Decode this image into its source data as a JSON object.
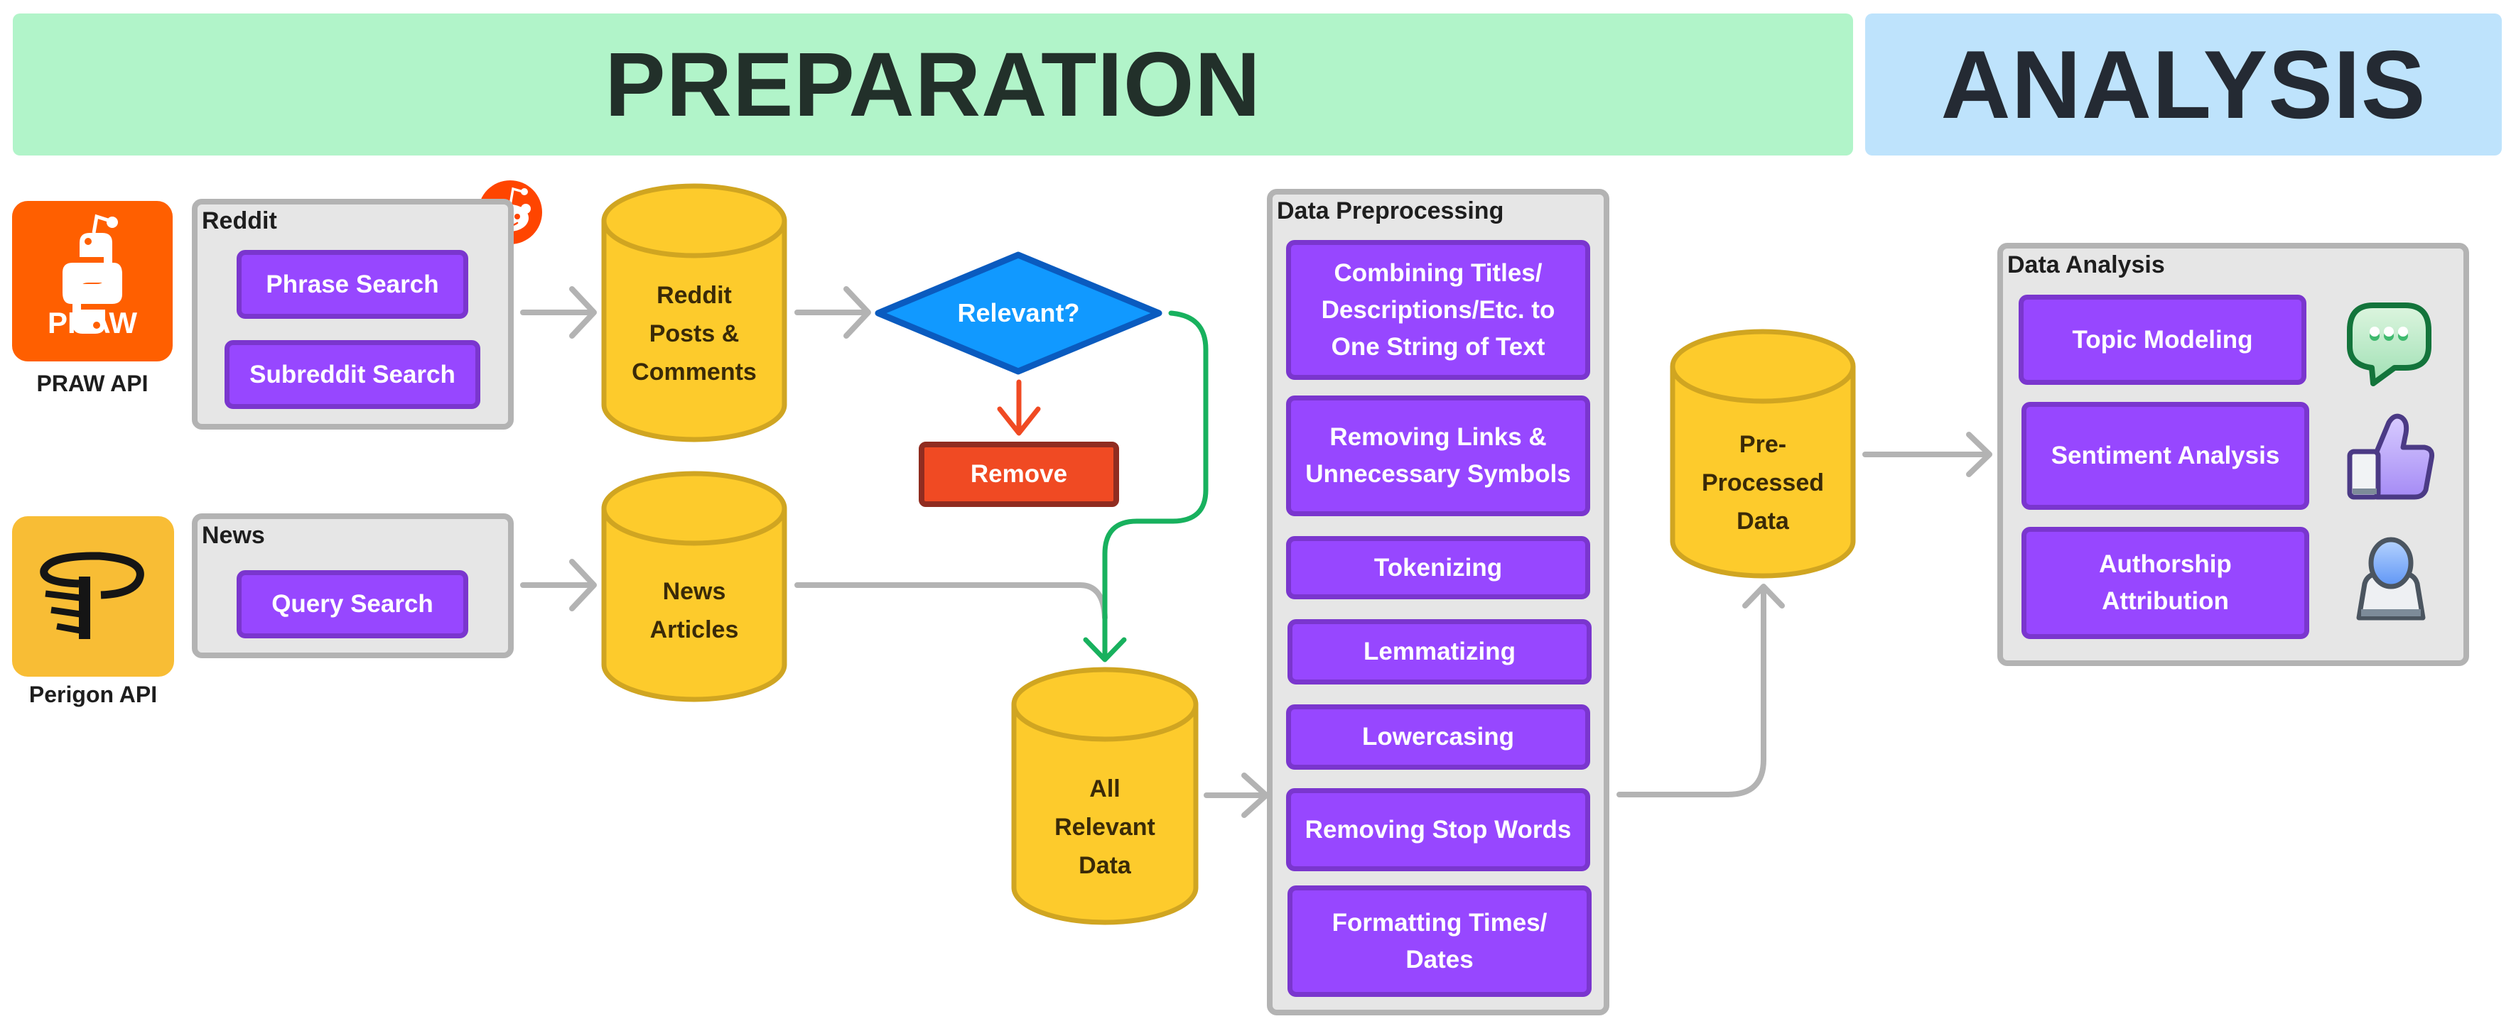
{
  "banners": {
    "preparation": "PREPARATION",
    "analysis": "ANALYSIS"
  },
  "sources": {
    "praw": {
      "icon": "praw-python-logo",
      "logo_text": "PRAW",
      "label": "PRAW API"
    },
    "perigon": {
      "icon": "perigon-logo",
      "label": "Perigon API"
    }
  },
  "reddit_panel": {
    "title": "Reddit",
    "icon": "reddit-alien-icon",
    "items": [
      "Phrase Search",
      "Subreddit Search"
    ]
  },
  "news_panel": {
    "title": "News",
    "items": [
      "Query Search"
    ]
  },
  "stores": {
    "reddit_posts": [
      "Reddit",
      "Posts &",
      "Comments"
    ],
    "news_articles": [
      "News",
      "Articles"
    ],
    "all_relevant": [
      "All",
      "Relevant",
      "Data"
    ],
    "preprocessed": [
      "Pre-",
      "Processed",
      "Data"
    ]
  },
  "decision": {
    "label": "Relevant?"
  },
  "remove": {
    "label": "Remove"
  },
  "preprocessing_panel": {
    "title": "Data Preprocessing",
    "steps": [
      [
        "Combining Titles/",
        "Descriptions/Etc. to",
        "One String of Text"
      ],
      [
        "Removing Links &",
        "Unnecessary Symbols"
      ],
      [
        "Tokenizing"
      ],
      [
        "Lemmatizing"
      ],
      [
        "Lowercasing"
      ],
      [
        "Removing Stop Words"
      ],
      [
        "Formatting Times/",
        "Dates"
      ]
    ]
  },
  "analysis_panel": {
    "title": "Data Analysis",
    "items": [
      {
        "label": [
          "Topic Modeling"
        ],
        "icon": "chat-bubble-icon"
      },
      {
        "label": [
          "Sentiment Analysis"
        ],
        "icon": "thumbs-up-icon"
      },
      {
        "label": [
          "Authorship",
          "Attribution"
        ],
        "icon": "user-icon"
      }
    ]
  },
  "colors": {
    "preparation_banner": "#B1F4C9",
    "analysis_banner": "#BEE3FC",
    "process_fill": "#9747FF",
    "process_border": "#7A36CE",
    "datastore_fill": "#FDCB2C",
    "datastore_border": "#D0A521",
    "decision_fill": "#1199FF",
    "decision_border": "#0A5BBF",
    "remove_fill": "#F04A23",
    "flow_arrow": "#B3B3B3",
    "yes_arrow": "#18B15E",
    "no_arrow": "#F04A23"
  }
}
